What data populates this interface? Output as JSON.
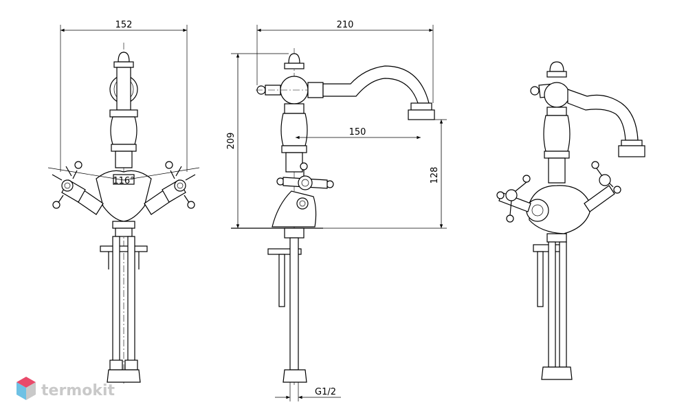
{
  "dimensions": {
    "front_width": "152",
    "front_angle": "116°",
    "side_reach": "210",
    "side_height": "209",
    "spout_reach": "150",
    "spout_height": "128",
    "thread": "G1/2"
  },
  "watermark": {
    "text": "termokit",
    "colors": {
      "logo_top": "#e94a6a",
      "logo_left": "#6ec1e4",
      "logo_right": "#c9c9c9"
    }
  }
}
